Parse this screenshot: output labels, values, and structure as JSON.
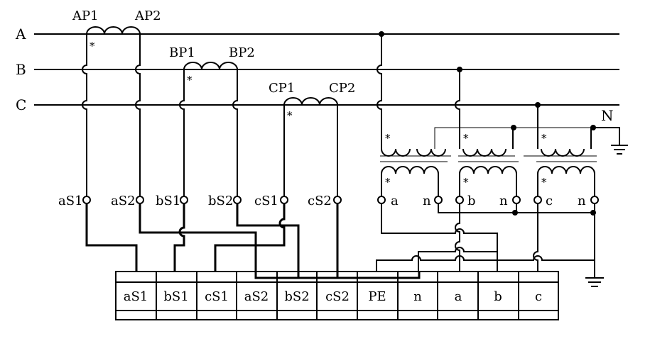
{
  "bus_lines": [
    "A",
    "B",
    "C",
    "N"
  ],
  "current_transformers": [
    {
      "p1": "AP1",
      "p2": "AP2"
    },
    {
      "p1": "BP1",
      "p2": "BP2"
    },
    {
      "p1": "CP1",
      "p2": "CP2"
    }
  ],
  "ct_secondary_terminals": [
    "aS1",
    "aS2",
    "bS1",
    "bS2",
    "cS1",
    "cS2"
  ],
  "vt_secondary_terminals": [
    "a",
    "n",
    "b",
    "n",
    "c",
    "n"
  ],
  "polarity_mark": "*",
  "terminal_block": [
    "aS1",
    "bS1",
    "cS1",
    "aS2",
    "bS2",
    "cS2",
    "PE",
    "n",
    "a",
    "b",
    "c"
  ]
}
